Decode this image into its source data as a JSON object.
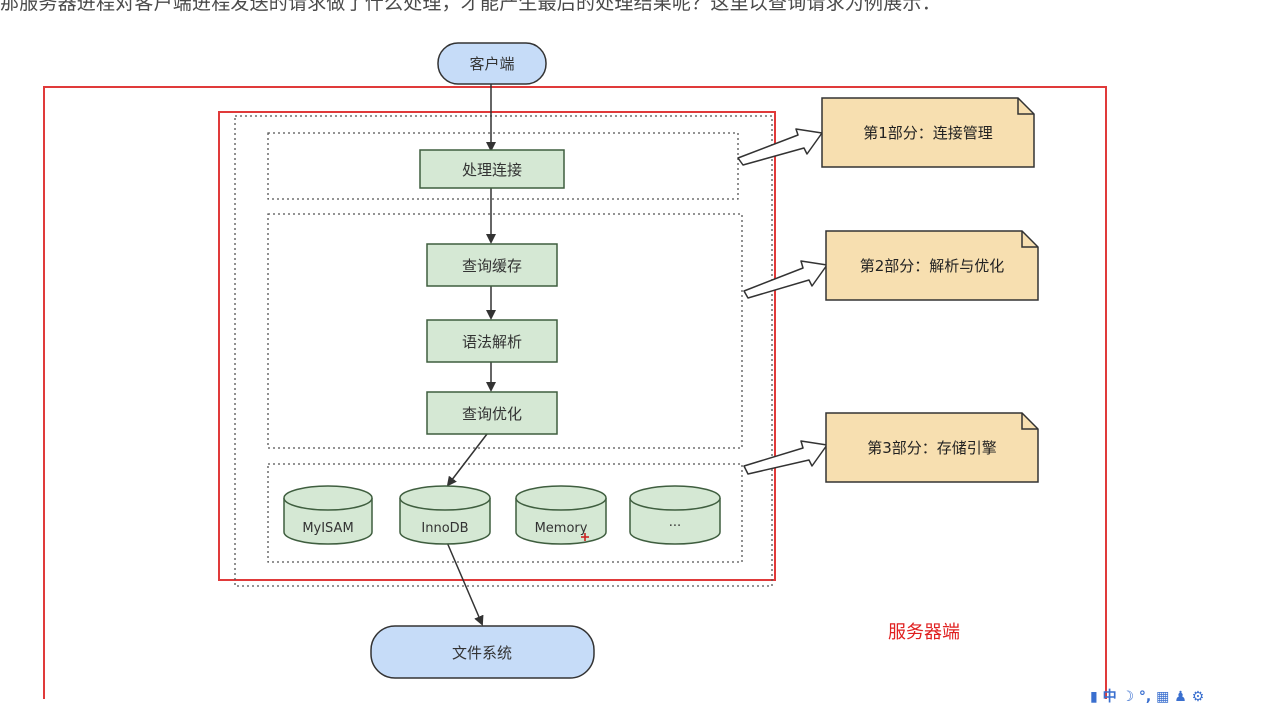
{
  "intro_text": "那服务器进程对客户端进程发送的请求做了什么处理，才能产生最后的处理结果呢？这里以查询请求为例展示：",
  "client": "客户端",
  "steps": {
    "connection": "处理连接",
    "query_cache": "查询缓存",
    "parse": "语法解析",
    "optimize": "查询优化"
  },
  "engines": [
    "MyISAM",
    "InnoDB",
    "Memory",
    "···"
  ],
  "file_system": "文件系统",
  "notes": [
    "第1部分：连接管理",
    "第2部分：解析与优化",
    "第3部分：存储引擎"
  ],
  "server_label": "服务器端",
  "colors": {
    "node_green": "#d5e8d4",
    "node_green_border": "#3f5e3f",
    "blue_node": "#c6dcf8",
    "note_yellow": "#f7dfb0",
    "red_frame": "#e03a3a"
  }
}
